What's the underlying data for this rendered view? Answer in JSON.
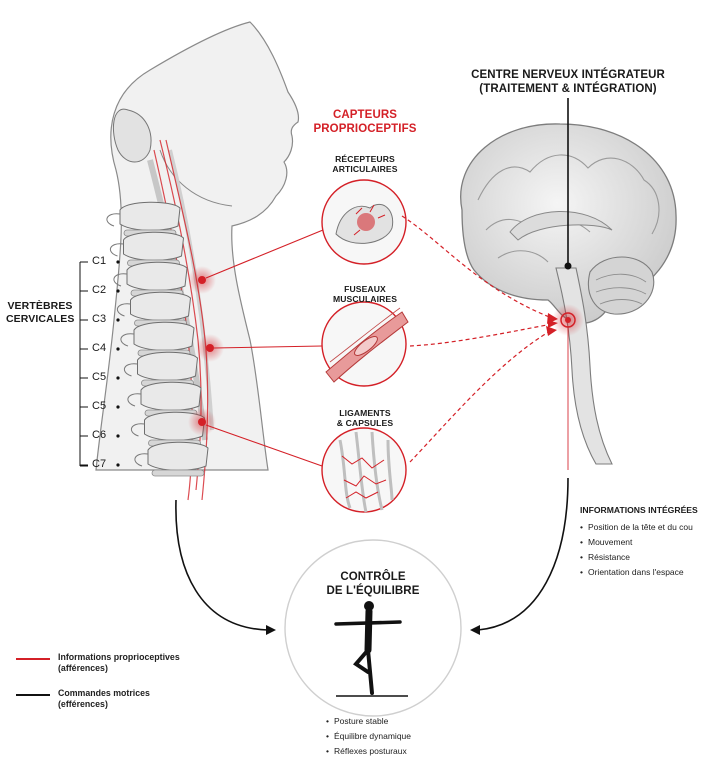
{
  "capteurs": {
    "title": "CAPTEURS\nPROPRIOCEPTIFS",
    "items": [
      {
        "label": "RÉCEPTEURS\nARTICULAIRES"
      },
      {
        "label": "FUSEAUX\nMUSCULAIRES"
      },
      {
        "label": "LIGAMENTS\n& CAPSULES"
      }
    ]
  },
  "centre": {
    "title": "CENTRE NERVEUX INTÉGRATEUR\n(TRAITEMENT & INTÉGRATION)"
  },
  "vertebres": {
    "title": "VERTÈBRES\nCERVICALES",
    "labels": [
      "C1",
      "C2",
      "C3",
      "C4",
      "C5",
      "C5",
      "C6",
      "C7"
    ]
  },
  "informations": {
    "title": "INFORMATIONS INTÉGRÉES",
    "items": [
      "Position de la tête et du cou",
      "Mouvement",
      "Résistance",
      "Orientation dans l'espace"
    ]
  },
  "controle": {
    "title": "CONTRÔLE\nDE L'ÉQUILIBRE",
    "items": [
      "Posture stable",
      "Équilibre dynamique",
      "Réflexes posturaux"
    ]
  },
  "legend": [
    {
      "label": "Informations proprioceptives\n(afférences)",
      "color": "#d42027"
    },
    {
      "label": "Commandes motrices\n(efférences)",
      "color": "#111111"
    }
  ],
  "colors": {
    "accent": "#d42027",
    "ink": "#111111",
    "bone": "#e9e9e9"
  }
}
